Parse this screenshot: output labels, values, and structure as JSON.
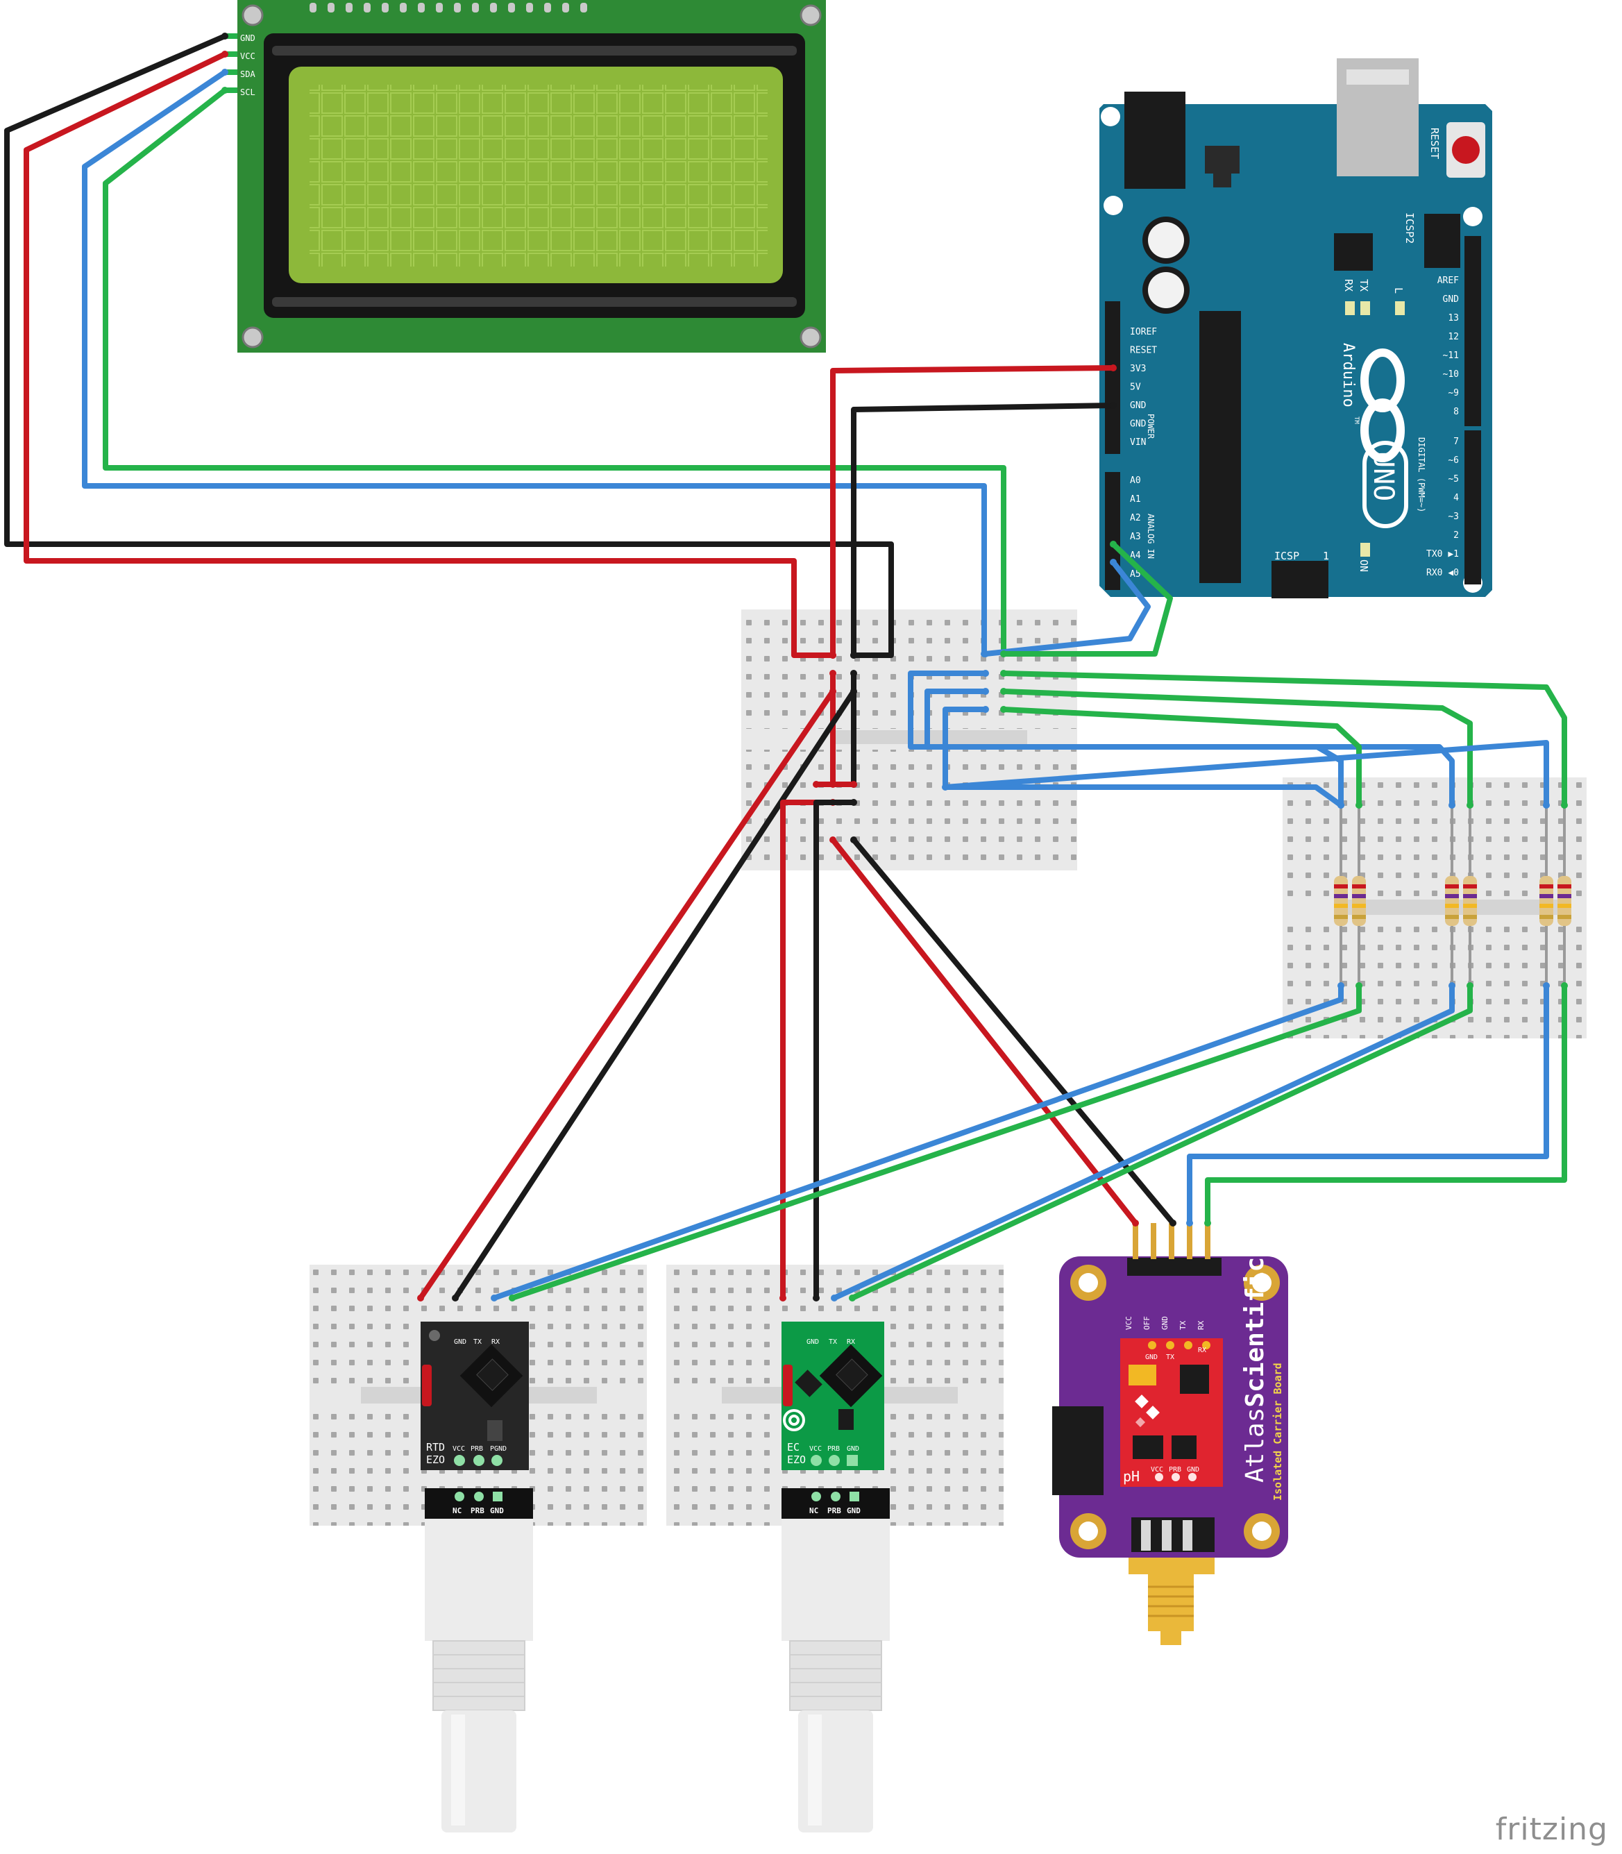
{
  "lcd": {
    "pins": [
      "GND",
      "VCC",
      "SDA",
      "SCL"
    ]
  },
  "arduino": {
    "reset_label": "RESET",
    "icsp2_label": "ICSP2",
    "icsp_label": "ICSP",
    "icsp_num": "1",
    "rx_label": "RX",
    "tx_label": "TX",
    "l_label": "L",
    "on_label": "ON",
    "brand": "Arduino",
    "tm": "TM",
    "model": "UNO",
    "power_label": "POWER",
    "analog_label": "ANALOG IN",
    "digital_label": "DIGITAL (PWM=~)",
    "power_pins": [
      "IOREF",
      "RESET",
      "3V3",
      "5V",
      "GND",
      "GND",
      "VIN"
    ],
    "analog_pins": [
      "A0",
      "A1",
      "A2",
      "A3",
      "A4",
      "A5"
    ],
    "digital_pins_top": [
      "AREF",
      "GND",
      "13",
      "12",
      "~11",
      "~10",
      "~9",
      "8"
    ],
    "digital_pins_bottom": [
      "7",
      "~6",
      "~5",
      "4",
      "~3",
      "2",
      "TX0 ▶1",
      "RX0 ◀0"
    ]
  },
  "rtd_board": {
    "top_pins": [
      "GND",
      "TX",
      "RX"
    ],
    "bottom_pins": [
      "VCC",
      "PRB",
      "PGND"
    ],
    "name_line1": "RTD",
    "name_line2": "EZO"
  },
  "ec_board": {
    "top_pins": [
      "GND",
      "TX",
      "RX"
    ],
    "bottom_pins": [
      "VCC",
      "PRB",
      "GND"
    ],
    "name_line1": "EC",
    "name_line2": "EZO"
  },
  "probe_connector": {
    "labels": [
      "NC",
      "PRB",
      "GND"
    ]
  },
  "carrier": {
    "brand_light": "Atlas",
    "brand_bold": "Scientific",
    "subtitle": "Isolated Carrier Board",
    "header_pins": [
      "VCC",
      "OFF",
      "GND",
      "TX",
      "RX"
    ],
    "ph_chip_top": [
      "GND",
      "TX"
    ],
    "ph_chip_rx": "RX",
    "ph_chip_bottom": [
      "VCC",
      "PRB",
      "GND"
    ],
    "ph_label": "pH"
  },
  "footer": {
    "brand": "fritzing"
  },
  "colors": {
    "wire_red": "#c8171f",
    "wire_black": "#1a1a1a",
    "wire_blue": "#3b86d6",
    "wire_green": "#25b34a",
    "lcd_pcb": "#2e8a35",
    "lcd_screen": "#8db83a",
    "arduino_pcb": "#16708f",
    "carrier_purple": "#6c2b92",
    "ph_red": "#e0242f",
    "ec_green": "#0c9a46",
    "rtd_black": "#262626"
  }
}
